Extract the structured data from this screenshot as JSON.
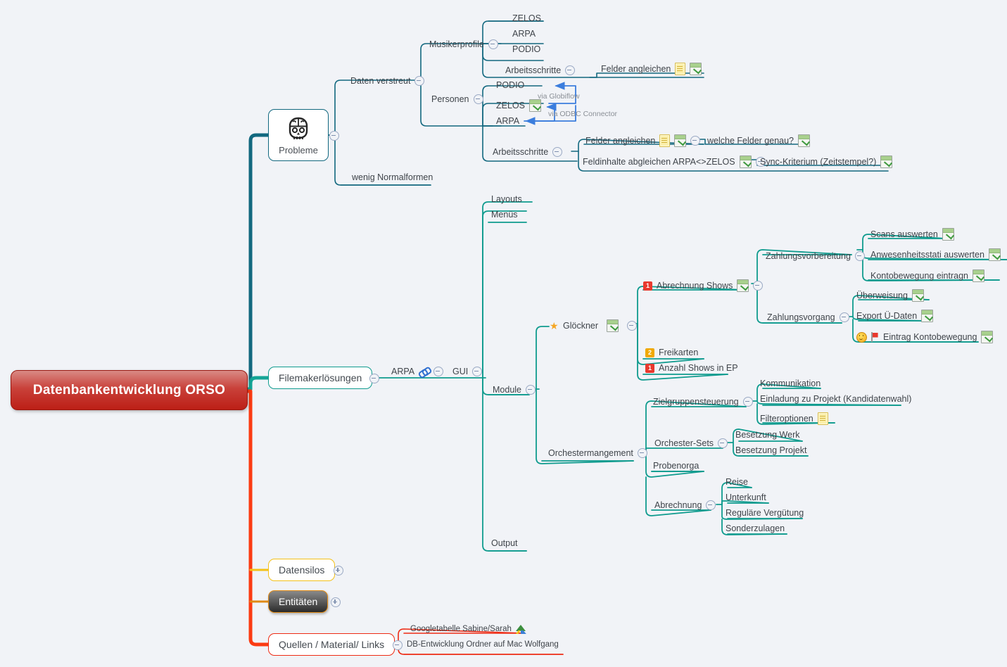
{
  "root": {
    "title": "Datenbankentwicklung ORSO"
  },
  "colors": {
    "root_fill": "#bc1f16",
    "branch_probleme": "#12687f",
    "branch_filemaker": "#0f9b8e",
    "branch_datensilos": "#f4c117",
    "branch_entitaeten": "#e08a15",
    "branch_quellen": "#ee2b14",
    "background": "#f1f3f7",
    "priority_1": "#e8392e",
    "priority_2": "#f0a800"
  },
  "branches": {
    "probleme": {
      "label": "Probleme",
      "icon": "skull-brain-icon",
      "children": {
        "daten_verstreut": {
          "label": "Daten verstreut",
          "children": {
            "musikerprofile": {
              "label": "Musikerprofile",
              "items": [
                "ZELOS",
                "ARPA",
                "PODIO"
              ],
              "arbeitsschritte": {
                "label": "Arbeitsschritte",
                "felder_angleichen": "Felder angleichen"
              }
            },
            "personen": {
              "label": "Personen",
              "items": [
                "PODIO",
                "ZELOS",
                "ARPA"
              ],
              "arbeitsschritte": {
                "label": "Arbeitsschritte",
                "felder_angleichen": "Felder angleichen",
                "welche_felder": "welche Felder genau?",
                "feldinhalte": "Feldinhalte abgleichen ARPA<>ZELOS",
                "sync_kriterium": "Sync-Kriterium (Zeitstempel?)"
              }
            }
          }
        },
        "wenig_normalformen": {
          "label": "wenig Normalformen"
        }
      },
      "relations": [
        {
          "label": "via Globiflow"
        },
        {
          "label": "via ODBC Connector"
        }
      ]
    },
    "filemaker": {
      "label": "Filemakerlösungen",
      "arpa": "ARPA",
      "gui": "GUI",
      "gui_children": {
        "layouts": "Layouts",
        "menues": "Menüs",
        "module": "Module",
        "output": "Output"
      },
      "module_children": {
        "gloeckner": {
          "label": "Glöckner",
          "abrechnung_shows": {
            "label": "Abrechnung Shows",
            "priority": "1",
            "zahlungsvorbereitung": {
              "label": "Zahlungsvorbereitung",
              "items": [
                "Scans auswerten",
                "Anwesenheitsstati auswerten",
                "Kontobewegung eintragn"
              ]
            },
            "zahlungsvorgang": {
              "label": "Zahlungsvorgang",
              "items": [
                "Überweisung",
                "Export Ü-Daten",
                "Eintrag Kontobewegung"
              ]
            }
          },
          "freikarten": {
            "label": "Freikarten",
            "priority": "2"
          },
          "anzahl_shows": {
            "label": "Anzahl Shows in EP",
            "priority": "1"
          }
        },
        "orchestermanagement": {
          "label": "Orchestermangement",
          "zielgruppensteuerung": {
            "label": "Zielgruppensteuerung",
            "items": [
              "Kommunikation",
              "Einladung zu Projekt (Kandidatenwahl)",
              "Filteroptionen"
            ]
          },
          "orchester_sets": {
            "label": "Orchester-Sets",
            "items": [
              "Besetzung Werk",
              "Besetzung Projekt"
            ]
          },
          "probenorga": {
            "label": "Probenorga"
          },
          "abrechnung": {
            "label": "Abrechnung",
            "items": [
              "Reise",
              "Unterkunft",
              "Reguläre Vergütung",
              "Sonderzulagen"
            ]
          }
        }
      }
    },
    "datensilos": {
      "label": "Datensilos"
    },
    "entitaeten": {
      "label": "Entitäten"
    },
    "quellen": {
      "label": "Quellen / Material/ Links",
      "items": [
        "Googletabelle Sabine/Sarah",
        "DB-Entwicklung Ordner auf Mac Wolfgang"
      ]
    }
  }
}
